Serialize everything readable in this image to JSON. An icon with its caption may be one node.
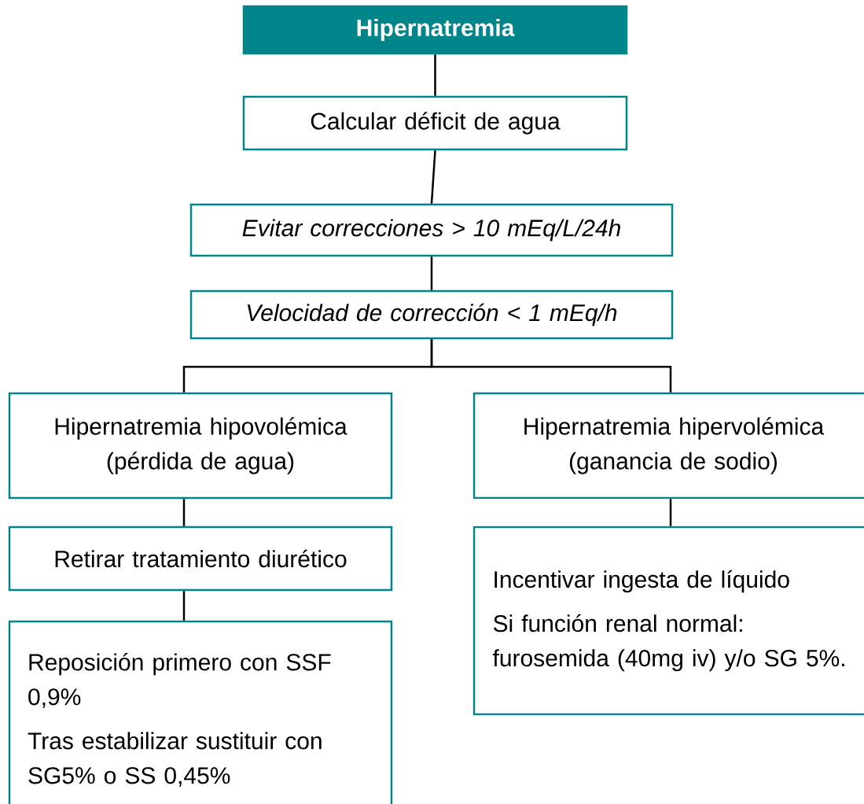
{
  "diagram": {
    "nodes": [
      {
        "text": [
          "Hipernatremia"
        ]
      },
      {
        "text": [
          "Calcular déficit de agua"
        ]
      },
      {
        "text": [
          "Evitar correcciones > 10 mEq/L/24h"
        ]
      },
      {
        "text": [
          "Velocidad de corrección < 1 mEq/h"
        ]
      },
      {
        "text": [
          "Hipernatremia hipovolémica (pérdida de agua)"
        ]
      },
      {
        "text": [
          "Hipernatremia hipervolémica (ganancia de sodio)"
        ]
      },
      {
        "text": [
          "Retirar tratamiento diurético"
        ]
      },
      {
        "text": [
          "Reposición primero con SSF 0,9%",
          "Tras estabilizar sustituir con SG5% o SS 0,45%"
        ]
      },
      {
        "text": [
          "Incentivar ingesta de líquido",
          "Si función renal normal: furosemida (40mg iv) y/o SG 5%."
        ]
      }
    ],
    "edges": [
      {
        "from": 0,
        "to": 1,
        "arrow": "none"
      },
      {
        "from": 1,
        "to": 2,
        "arrow": "none"
      },
      {
        "from": 2,
        "to": 3,
        "arrow": "none"
      },
      {
        "from": 3,
        "to": 4,
        "arrow": "none"
      },
      {
        "from": 3,
        "to": 5,
        "arrow": "none"
      },
      {
        "from": 4,
        "to": 6,
        "arrow": "none"
      },
      {
        "from": 6,
        "to": 7,
        "arrow": "none"
      },
      {
        "from": 5,
        "to": 8,
        "arrow": "none"
      }
    ]
  }
}
